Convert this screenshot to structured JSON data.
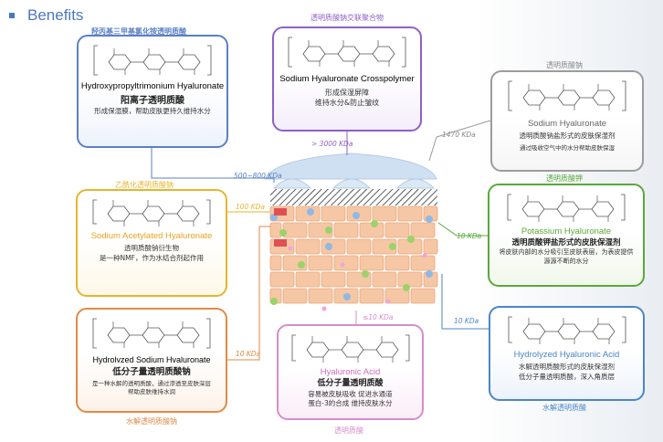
{
  "page_title": "Benefits",
  "boxes": {
    "hpth": {
      "caption": "羟丙基三甲基氯化铵透明质酸",
      "name": "Hydroxypropyltrimonium Hyaluronate",
      "desc_main": "阳离子透明质酸",
      "desc_sub": "形成保湿膜，帮助皮肤更持久维持水分",
      "color": "#5b7fc7",
      "fill": "#eef3fb"
    },
    "shc": {
      "caption": "透明质酸钠交联聚合物",
      "name": "Sodium Hyaluronate Crosspolymer",
      "desc_main": "形成保湿屏障",
      "desc_sub": "维持水分&防止皱纹",
      "color": "#8f5fc9",
      "fill": "#f4eefb"
    },
    "sh": {
      "caption": "透明质酸钠",
      "name": "Sodium Hyaluronate",
      "desc_main": "透明质酸钠盐形式的皮肤保湿剂",
      "desc_sub": "通过吸收空气中的水分帮助皮肤保湿",
      "color": "#9c9c9c",
      "fill": "#f6f6f6"
    },
    "sah": {
      "caption": "乙酰化透明质酸钠",
      "name": "Sodium Acetylated Hyaluronate",
      "desc_main": "透明质酸钠衍生物",
      "desc_sub": "是一种NMF，作为水结合剂起作用",
      "color": "#e6b52e",
      "fill": "#fdf8e8"
    },
    "ph": {
      "caption": "透明质酸钾",
      "name": "Potassium Hyaluronate",
      "desc_main": "透明质酸钾盐形式的皮肤保湿剂",
      "desc_sub": "将皮肤内部的水分吸引至皮肤表层，为表皮提供源源不断的水分",
      "color": "#5aa83a",
      "fill": "#f1f8ec"
    },
    "hsh": {
      "caption": "水解透明质酸钠",
      "name": "Hydrolvzed Sodium Hvaluronate",
      "desc_main": "低分子量透明质酸钠",
      "desc_sub": "是一种水解的透明质酸，通过渗透至皮肤深层帮助皮肤维持水润",
      "color": "#e08a45",
      "fill": "#fdf2e9"
    },
    "ha": {
      "caption": "透明质酸",
      "name": "Hyaluronic Acid",
      "desc_main": "低分子量透明质酸",
      "desc_sub": "容易被皮肤吸收 促进水通道蛋白-3的合成 维持皮肤水分",
      "color": "#d98cc9",
      "fill": "#fbeef8"
    },
    "hha": {
      "caption": "水解透明质酸",
      "name": "Hydrolyzed Hyaluronic Acid",
      "desc_main": "水解透明质酸形式的皮肤保湿剂",
      "desc_sub": "低分子量透明质酸，深入角质层",
      "color": "#4a86c8",
      "fill": "#edf3fb"
    }
  },
  "kda": {
    "hpth": "500~800 KDa",
    "shc": "> 3000 KDa",
    "sh": "1470 KDa",
    "sah": "100 KDa",
    "ph": "10 KDa",
    "hsh": "10 KDa",
    "ha": "≤10 KDa",
    "hha": "10 KDa"
  },
  "chart_data": {
    "type": "table",
    "columns": [
      "ingredient",
      "molecular_weight"
    ],
    "rows": [
      [
        "Hydroxypropyltrimonium Hyaluronate",
        "500~800 KDa"
      ],
      [
        "Sodium Hyaluronate Crosspolymer",
        "> 3000 KDa"
      ],
      [
        "Sodium Hyaluronate",
        "1470 KDa"
      ],
      [
        "Sodium Acetylated Hyaluronate",
        "100 KDa"
      ],
      [
        "Potassium Hyaluronate",
        "10 KDa"
      ],
      [
        "Hydrolvzed Sodium Hvaluronate",
        "10 KDa"
      ],
      [
        "Hyaluronic Acid",
        "≤10 KDa"
      ],
      [
        "Hydrolyzed Hyaluronic Acid",
        "10 KDa"
      ]
    ]
  }
}
